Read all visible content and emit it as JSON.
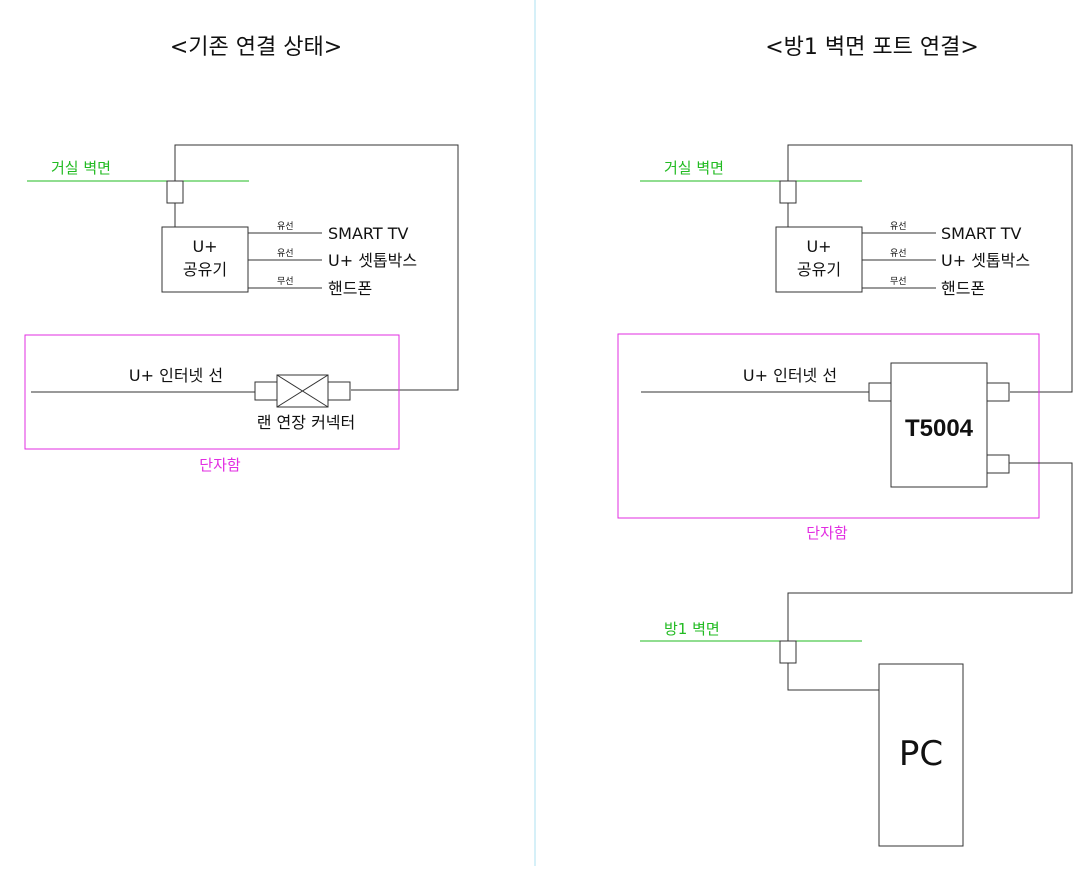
{
  "colors": {
    "wall": "#22bb22",
    "cabinet": "#e22ee2",
    "line": "#333333",
    "divider": "#aee0f0"
  },
  "left": {
    "title": "<기존 연결 상태>",
    "wall_label": "거실 벽면",
    "router_line1": "U+",
    "router_line2": "공유기",
    "conn1_tag": "유선",
    "conn1_device": "SMART TV",
    "conn2_tag": "유선",
    "conn2_device": "U+ 셋톱박스",
    "conn3_tag": "무선",
    "conn3_device": "핸드폰",
    "cable_label": "U+ 인터넷 선",
    "extender_label": "랜 연장 커넥터",
    "cabinet_label": "단자함"
  },
  "right": {
    "title": "<방1 벽면 포트 연결>",
    "wall_label": "거실 벽면",
    "router_line1": "U+",
    "router_line2": "공유기",
    "conn1_tag": "유선",
    "conn1_device": "SMART TV",
    "conn2_tag": "유선",
    "conn2_device": "U+ 셋톱박스",
    "conn3_tag": "무선",
    "conn3_device": "핸드폰",
    "cable_label": "U+ 인터넷 선",
    "switch_label": "T5004",
    "cabinet_label": "단자함",
    "room_wall_label": "방1 벽면",
    "pc_label": "PC"
  }
}
